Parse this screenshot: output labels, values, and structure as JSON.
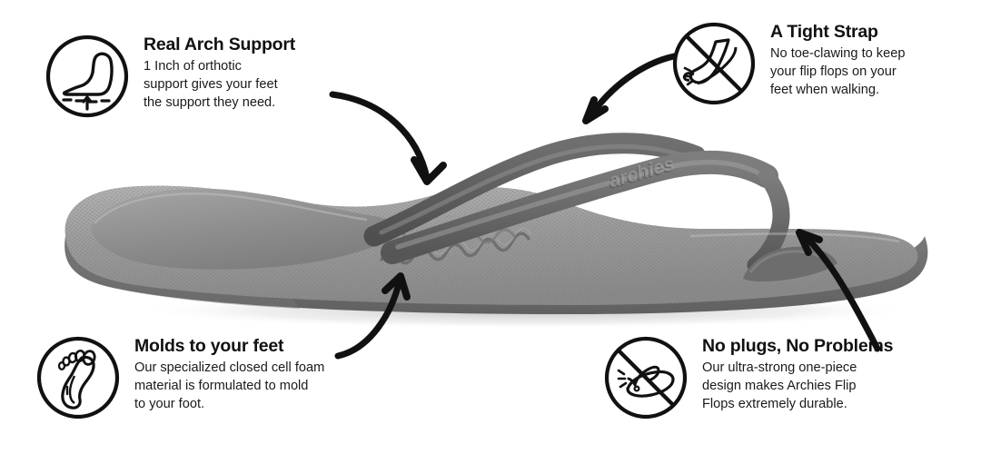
{
  "page": {
    "background": "#ffffff",
    "text_color": "#111111",
    "product_name": "Archies Flip Flops",
    "product_color_hex": "#7c7c7c"
  },
  "callouts": [
    {
      "id": "arch-support",
      "icon": "foot-arch-icon",
      "title": "Real Arch Support",
      "body_lines": [
        "1 Inch of orthotic",
        "support gives your feet",
        "the support they need."
      ]
    },
    {
      "id": "tight-strap",
      "icon": "no-toe-clawing-icon",
      "title": "A Tight Strap",
      "body_lines": [
        "No toe-clawing to keep",
        "your flip flops on your",
        "feet when walking."
      ]
    },
    {
      "id": "molds-to-feet",
      "icon": "footprint-icon",
      "title": "Molds to your feet",
      "body_lines": [
        "Our specialized closed cell foam",
        "material is formulated to mold",
        "to your foot."
      ]
    },
    {
      "id": "no-plugs",
      "icon": "no-broken-sandal-icon",
      "title": "No plugs, No Problems",
      "body_lines": [
        "Our ultra-strong one-piece",
        "design makes Archies Flip",
        "Flops extremely durable."
      ]
    }
  ],
  "arrows": [
    {
      "id": "arrow-to-arch",
      "points_to": "footbed-arch"
    },
    {
      "id": "arrow-to-strap",
      "points_to": "strap"
    },
    {
      "id": "arrow-to-midsole",
      "points_to": "midsole-foam"
    },
    {
      "id": "arrow-to-toepost",
      "points_to": "toe-post"
    }
  ],
  "product": {
    "strap_emboss_text": "archies",
    "footbed_color": "#909090",
    "midsole_color": "#6d6d6d",
    "strap_color": "#6a6a6a"
  }
}
